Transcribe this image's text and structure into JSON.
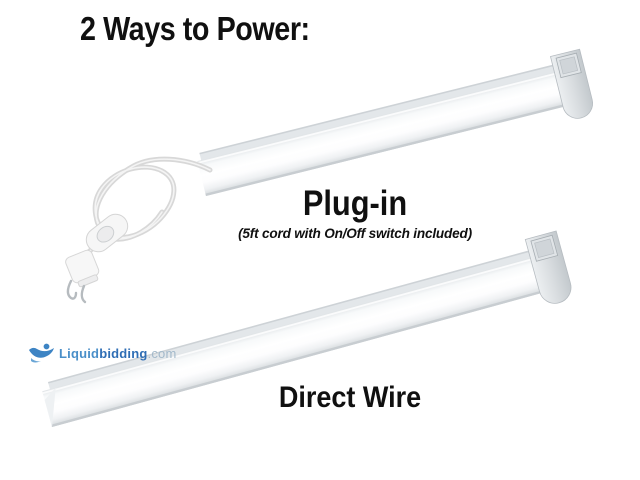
{
  "title": "2 Ways to Power:",
  "sections": {
    "plug_in": {
      "label": "Plug-in",
      "subtitle": "(5ft cord with On/Off switch included)"
    },
    "direct_wire": {
      "label": "Direct Wire"
    }
  },
  "watermark": {
    "brand_part1": "Liquid",
    "brand_part2": "bidding",
    "domain": ".com"
  },
  "icons": {
    "logo": "liquidbidding-swoosh-icon"
  },
  "colors": {
    "background": "#ffffff",
    "heading_text": "#101010",
    "fixture_highlight": "#ffffff",
    "fixture_shade": "#d3d8db",
    "cord_gray": "#d8d8d8",
    "watermark_blue": "#4a8fc9",
    "watermark_blue_dark": "#2f6eb5",
    "watermark_gray": "#a3b9cb"
  }
}
